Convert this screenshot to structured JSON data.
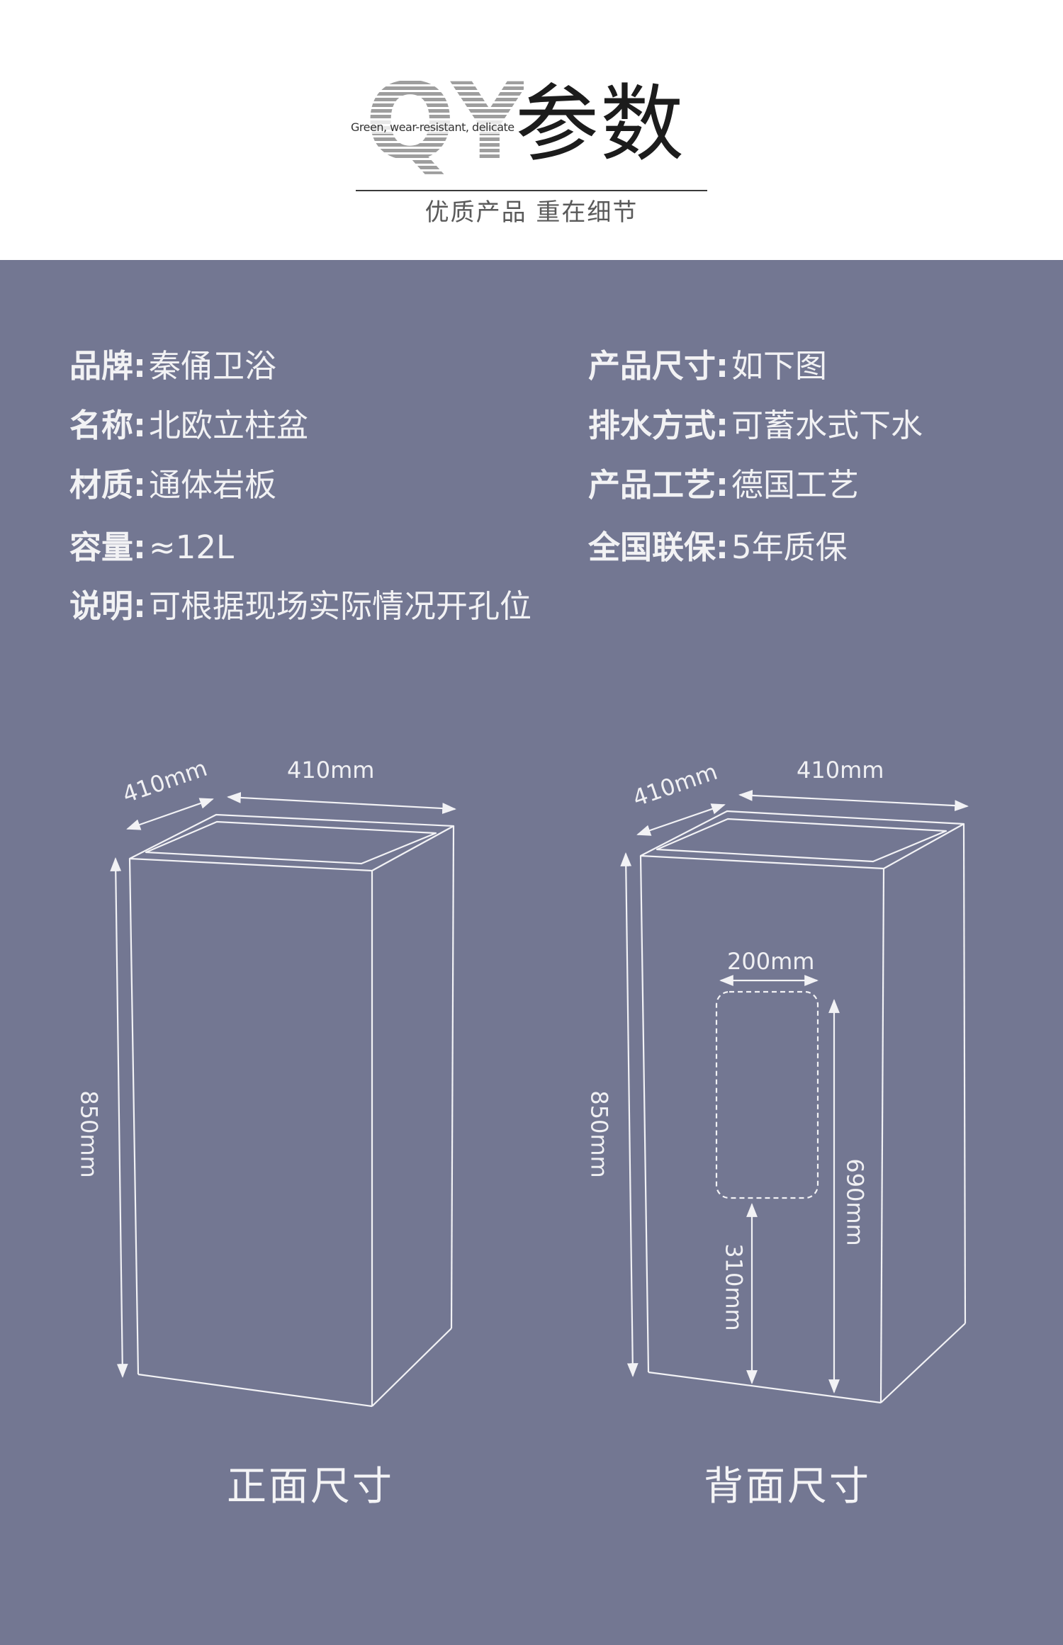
{
  "header": {
    "logo_letters": "QY",
    "logo_tagline": "Green, wear-resistant, delicate",
    "title": "参数",
    "slogan": "优质产品 重在细节"
  },
  "specs": {
    "brand": {
      "label": "品牌:",
      "value": "秦俑卫浴"
    },
    "name": {
      "label": "名称:",
      "value": "北欧立柱盆"
    },
    "material": {
      "label": "材质:",
      "value": "通体岩板"
    },
    "capacity": {
      "label": "容量:",
      "value": "≈12L"
    },
    "note": {
      "label": "说明:",
      "value": "可根据现场实际情况开孔位"
    },
    "size": {
      "label": "产品尺寸:",
      "value": "如下图"
    },
    "drain": {
      "label": "排水方式:",
      "value": "可蓄水式下水"
    },
    "craft": {
      "label": "产品工艺:",
      "value": "德国工艺"
    },
    "warranty": {
      "label": "全国联保:",
      "value": "5年质保"
    }
  },
  "front": {
    "width": "410mm",
    "depth": "410mm",
    "height": "850mm",
    "caption": "正面尺寸"
  },
  "back": {
    "width": "410mm",
    "depth": "410mm",
    "height": "850mm",
    "hole_width": "200mm",
    "hole_top_height": "690mm",
    "hole_bottom_height": "310mm",
    "caption": "背面尺寸"
  },
  "colors": {
    "panel": "#737792",
    "line": "#f2f2f5"
  }
}
